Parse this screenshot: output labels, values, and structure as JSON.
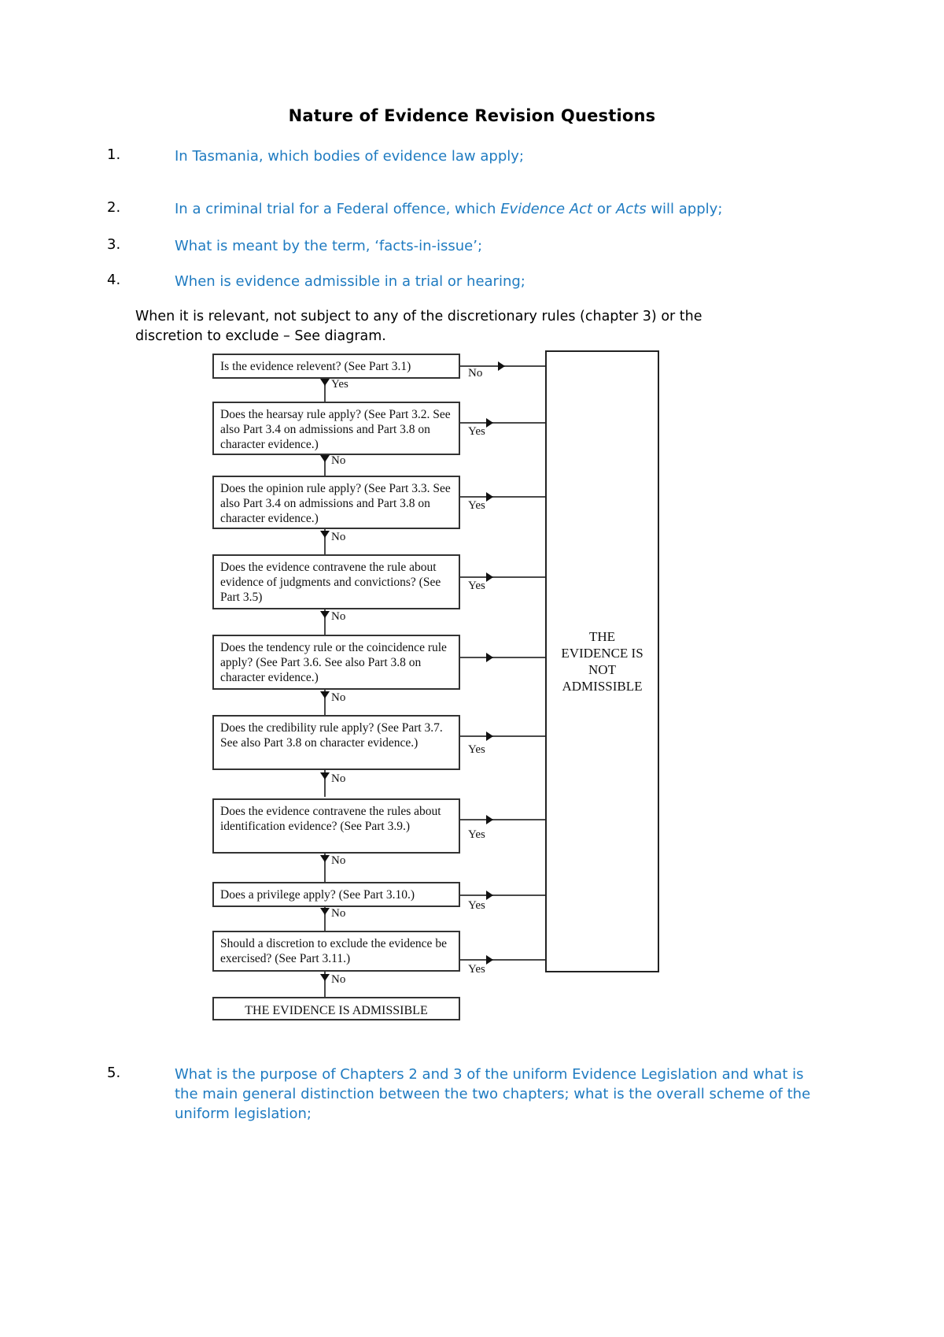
{
  "document": {
    "title": "Nature of Evidence Revision Questions"
  },
  "questions": [
    {
      "number": "1.",
      "text_parts": [
        {
          "text": "In Tasmania, which bodies of evidence law apply;",
          "italic": false
        }
      ],
      "plain": "In Tasmania, which bodies of evidence law apply;"
    },
    {
      "number": "2.",
      "text_parts": [
        {
          "text": "In a criminal trial for a Federal offence, which ",
          "italic": false
        },
        {
          "text": "Evidence Act",
          "italic": true
        },
        {
          "text": " or ",
          "italic": false
        },
        {
          "text": "Acts",
          "italic": true
        },
        {
          "text": " will apply;",
          "italic": false
        }
      ],
      "plain": "In a criminal trial for a Federal offence, which Evidence Act or Acts will apply;"
    },
    {
      "number": "3.",
      "text_parts": [
        {
          "text": "What is meant by the term, ‘facts-in-issue’;",
          "italic": false
        }
      ],
      "plain": "What is meant by the term, ‘facts-in-issue’;"
    },
    {
      "number": "4.",
      "text_parts": [
        {
          "text": "When is evidence admissible in a trial or hearing;",
          "italic": false
        }
      ],
      "plain": "When is evidence admissible in a trial or hearing;"
    },
    {
      "number": "5.",
      "text_parts": [
        {
          "text": "What is the purpose of Chapters 2 and 3 of the uniform Evidence Legislation and what is the main general distinction between the two chapters; what is the overall scheme of the uniform legislation;",
          "italic": false
        }
      ],
      "plain": "What is the purpose of Chapters 2 and 3 of the uniform Evidence Legislation and what is the main general distinction between the two chapters; what is the overall scheme of the uniform legislation;"
    }
  ],
  "answer_paragraph": "When it is relevant, not subject to any of the discretionary rules (chapter 3) or the discretion to exclude – See diagram.",
  "flowchart": {
    "steps": [
      {
        "id": "relevance",
        "text": "Is the evidence relevent? (See Part 3.1)",
        "yes_label": "No",
        "down_label": "Yes"
      },
      {
        "id": "hearsay",
        "text": "Does the hearsay rule apply? (See Part 3.2. See also Part 3.4 on admissions and Part 3.8 on character evidence.)",
        "yes_label": "Yes",
        "down_label": "No"
      },
      {
        "id": "opinion",
        "text": "Does the opinion rule apply? (See Part 3.3. See also Part 3.4 on admissions and Part 3.8 on character evidence.)",
        "yes_label": "Yes",
        "down_label": "No"
      },
      {
        "id": "judgments",
        "text": "Does the evidence contravene the rule about evidence of judgments and convictions? (See Part 3.5)",
        "yes_label": "Yes",
        "down_label": "No"
      },
      {
        "id": "tendency",
        "text": "Does the tendency rule or the coincidence rule apply? (See Part 3.6.  See also Part 3.8 on character evidence.)",
        "yes_label": "",
        "down_label": "No"
      },
      {
        "id": "credibility",
        "text": "Does the credibility rule apply? (See Part 3.7. See also Part 3.8 on character evidence.)",
        "yes_label": "Yes",
        "down_label": "No"
      },
      {
        "id": "identification",
        "text": "Does the evidence contravene the rules about identification evidence? (See Part 3.9.)",
        "yes_label": "Yes",
        "down_label": "No"
      },
      {
        "id": "privilege",
        "text": "Does a privilege apply? (See Part 3.10.)",
        "yes_label": "Yes",
        "down_label": "No"
      },
      {
        "id": "discretion",
        "text": "Should a discretion to exclude the evidence be exercised? (See Part 3.11.)",
        "yes_label": "Yes",
        "down_label": "No"
      }
    ],
    "terminal_admissible": "THE EVIDENCE IS ADMISSIBLE",
    "terminal_not_admissible": "THE\nEVIDENCE IS\nNOT\nADMISSIBLE",
    "terminal_not_admissible_lines": [
      "THE",
      "EVIDENCE IS",
      "NOT",
      "ADMISSIBLE"
    ]
  },
  "colors": {
    "question_blue": "#1F7BC1",
    "body_black": "#000000",
    "box_border": "#333333",
    "connector": "#4a4a4a"
  }
}
